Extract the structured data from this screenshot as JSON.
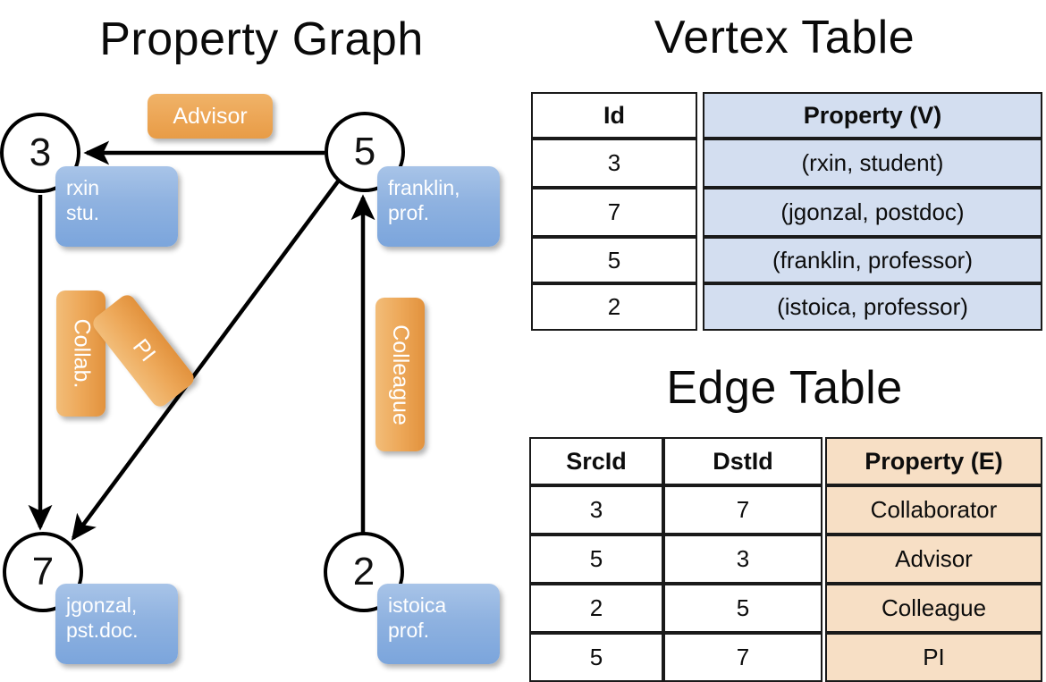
{
  "titles": {
    "property_graph": "Property Graph",
    "vertex_table": "Vertex Table",
    "edge_table": "Edge Table"
  },
  "colors": {
    "vertex_property_fill": "#d3def0",
    "edge_property_fill": "#f7dfc5",
    "vertex_box_fill": "#8fb2e0",
    "edge_label_fill": "#eda859",
    "border": "#1a1a1a",
    "background": "#ffffff"
  },
  "graph": {
    "nodes": [
      {
        "id": "3",
        "property_lines": [
          "rxin",
          "stu."
        ]
      },
      {
        "id": "5",
        "property_lines": [
          "franklin,",
          "prof."
        ]
      },
      {
        "id": "7",
        "property_lines": [
          "jgonzal,",
          "pst.doc."
        ]
      },
      {
        "id": "2",
        "property_lines": [
          "istoica",
          "prof."
        ]
      }
    ],
    "edge_labels": [
      {
        "name": "advisor",
        "text": "Advisor",
        "orientation": "horizontal"
      },
      {
        "name": "collab",
        "text": "Collab.",
        "orientation": "vertical"
      },
      {
        "name": "pi",
        "text": "PI",
        "orientation": "diagonal"
      },
      {
        "name": "colleague",
        "text": "Colleague",
        "orientation": "vertical"
      }
    ],
    "edges": [
      {
        "src": "5",
        "dst": "3",
        "label": "Advisor"
      },
      {
        "src": "3",
        "dst": "7",
        "label": "Collab."
      },
      {
        "src": "5",
        "dst": "7",
        "label": "PI"
      },
      {
        "src": "2",
        "dst": "5",
        "label": "Colleague"
      }
    ]
  },
  "vertex_table": {
    "headers": [
      "Id",
      "Property (V)"
    ],
    "rows": [
      {
        "id": "3",
        "property": "(rxin, student)"
      },
      {
        "id": "7",
        "property": "(jgonzal, postdoc)"
      },
      {
        "id": "5",
        "property": "(franklin, professor)"
      },
      {
        "id": "2",
        "property": "(istoica, professor)"
      }
    ]
  },
  "edge_table": {
    "headers": [
      "SrcId",
      "DstId",
      "Property (E)"
    ],
    "rows": [
      {
        "src": "3",
        "dst": "7",
        "property": "Collaborator"
      },
      {
        "src": "5",
        "dst": "3",
        "property": "Advisor"
      },
      {
        "src": "2",
        "dst": "5",
        "property": "Colleague"
      },
      {
        "src": "5",
        "dst": "7",
        "property": "PI"
      }
    ]
  }
}
